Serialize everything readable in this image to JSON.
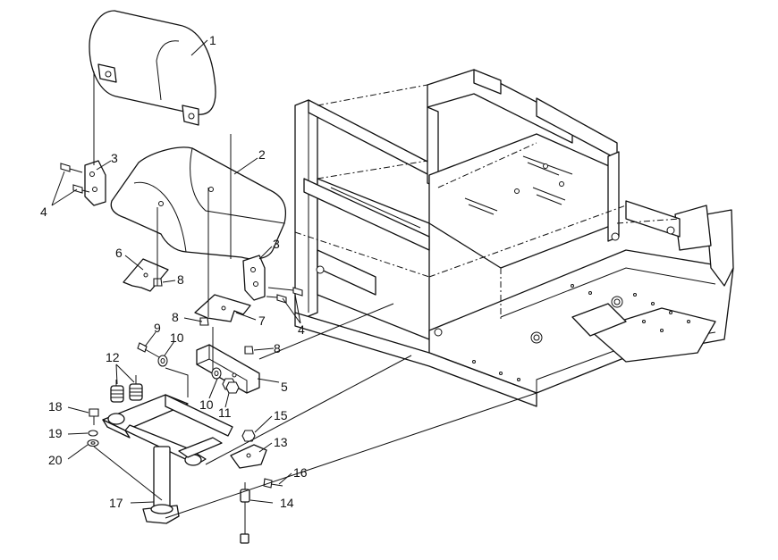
{
  "callouts": {
    "c1": "1",
    "c2": "2",
    "c3a": "3",
    "c3b": "3",
    "c4a": "4",
    "c4b": "4",
    "c5": "5",
    "c6": "6",
    "c7": "7",
    "c8a": "8",
    "c8b": "8",
    "c8c": "8",
    "c9": "9",
    "c10a": "10",
    "c10b": "10",
    "c11": "11",
    "c12": "12",
    "c13": "13",
    "c14": "14",
    "c15": "15",
    "c16": "16",
    "c17": "17",
    "c18": "18",
    "c19": "19",
    "c20": "20"
  }
}
